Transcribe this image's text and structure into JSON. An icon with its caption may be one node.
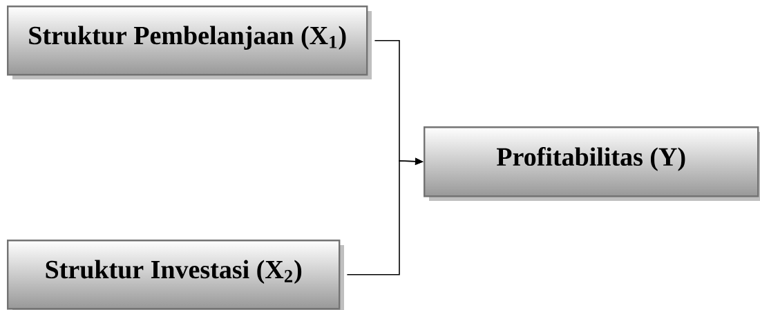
{
  "diagram": {
    "nodes": [
      {
        "text": [
          "Struktur Pembelanjaan (X$_{1}$)"
        ]
      },
      {
        "text": [
          "Struktur Investasi (X$_{2}$)"
        ]
      },
      {
        "text": [
          "Profitabilitas (Y)"
        ]
      }
    ],
    "edges": [
      {
        "from": 0,
        "to": 2,
        "arrow": "to"
      },
      {
        "from": 1,
        "to": 2,
        "arrow": "to"
      }
    ]
  }
}
